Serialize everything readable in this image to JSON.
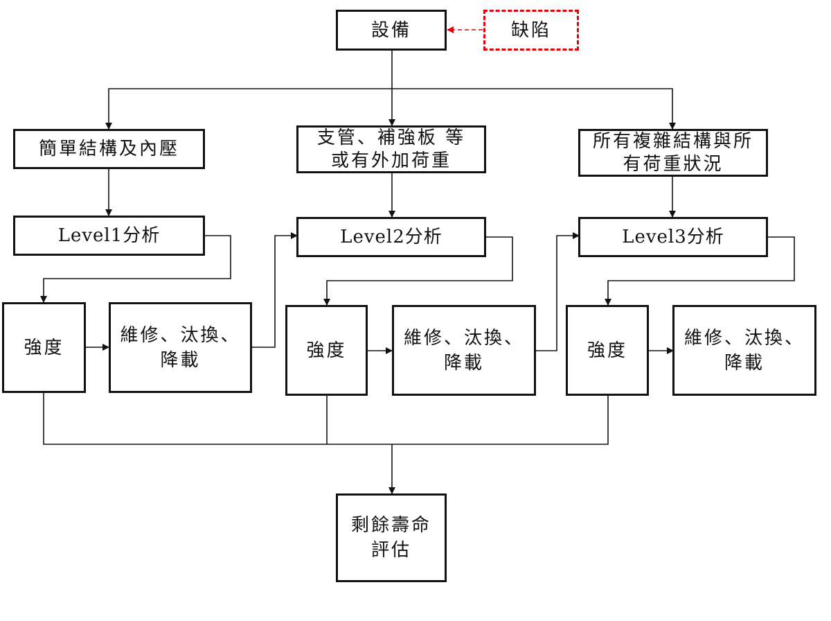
{
  "top": {
    "equipment": "設備",
    "defect": "缺陷"
  },
  "categories": {
    "simple": "簡單結構及內壓",
    "branch": "支管、補強板 等\n或有外加荷重",
    "complex": "所有複雜結構與所\n有荷重狀況"
  },
  "levels": {
    "l1": "Level1分析",
    "l2": "Level2分析",
    "l3": "Level3分析"
  },
  "strength": {
    "s1": "強度",
    "s2": "強度",
    "s3": "強度"
  },
  "action": {
    "a1": "維修、汰換、\n降載",
    "a2": "維修、汰換、\n降載",
    "a3": "維修、汰換、\n降載"
  },
  "result": "剩餘壽命\n評估",
  "colors": {
    "line": "#111111",
    "defect": "#e0000a"
  }
}
